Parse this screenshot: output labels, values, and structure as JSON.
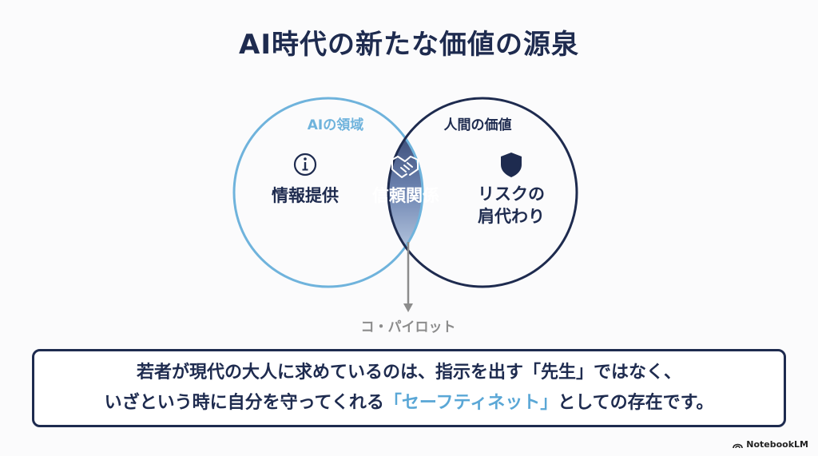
{
  "title": "AI時代の新たな価値の源泉",
  "venn": {
    "left": {
      "label": "AIの領域",
      "icon": "info-icon",
      "item": "情報提供",
      "color": "#6fb3dc"
    },
    "right": {
      "label": "人間の価値",
      "icon": "shield-icon",
      "item_line1": "リスクの",
      "item_line2": "肩代わり",
      "color": "#1e2b4f"
    },
    "overlap": {
      "icon": "handshake-icon",
      "item": "信頼関係"
    },
    "pointer_label": "コ・パイロット"
  },
  "message": {
    "line1": "若者が現代の大人に求めているのは、指示を出す「先生」ではなく、",
    "line2_before": "いざという時に自分を守ってくれる",
    "line2_highlight": "「セーフティネット」",
    "line2_after": "としての存在です。"
  },
  "brand": {
    "name": "NotebookLM",
    "icon": "notebooklm-logo-icon"
  }
}
